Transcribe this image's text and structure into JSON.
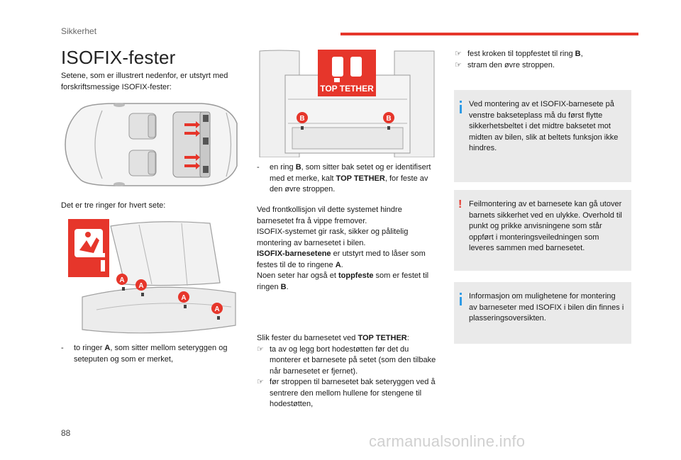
{
  "header": {
    "section": "Sikkerhet"
  },
  "page_title": "ISOFIX-fester",
  "intro": "Setene, som er illustrert nedenfor, er utstyrt med forskriftsmessige ISOFIX-fester:",
  "rings_intro": "Det er tre ringer for hvert sete:",
  "figures": {
    "tether_sign": "TOP TETHER",
    "marker_a": "A",
    "marker_b": "B",
    "brand_red": "#e6362b",
    "info_blue": "#2e9be6"
  },
  "list_a": {
    "mark": "-",
    "t1": "to ringer ",
    "b1": "A",
    "t2": ", som sitter mellom seteryggen og seteputen og som er merket,"
  },
  "list_b": {
    "mark": "-",
    "t1": "en ring ",
    "b1": "B",
    "t2": ", som sitter bak setet og er identifisert med et merke, kalt ",
    "b2": "TOP TETHER",
    "t3": ", for feste av den øvre stroppen."
  },
  "para1": {
    "l1": "Ved frontkollisjon vil dette systemet hindre barnesetet fra å vippe fremover.",
    "l2": "ISOFIX-systemet gir rask, sikker og pålitelig montering av barnesetet i bilen.",
    "b1": "ISOFIX-barnesetene",
    "l3": " er utstyrt med to låser som festes til de to ringene ",
    "b2": "A",
    "l4": ".",
    "l5": "Noen seter har også et ",
    "b3": "toppfeste",
    "l6": " som er festet til ringen ",
    "b4": "B",
    "l7": "."
  },
  "para2": {
    "t1": "Slik fester du barnesetet ved ",
    "b1": "TOP TETHER",
    "t2": ":",
    "items": [
      "ta av og legg bort hodestøtten før det du monterer et barnesete på setet (som den tilbake når barnesetet er fjernet).",
      "før stroppen til barnesetet bak seteryggen ved å sentrere den mellom hullene for stengene til hodestøtten,"
    ]
  },
  "colc": {
    "i1_t1": "fest kroken til toppfestet til ring ",
    "i1_b": "B",
    "i1_t2": ",",
    "i2": "stram den øvre stroppen."
  },
  "boxes": {
    "info1": "Ved montering av et ISOFIX-barnesete på venstre bakseteplass må du først flytte sikkerhetsbeltet i det midtre baksetet mot midten av bilen, slik at beltets funksjon ikke hindres.",
    "warning": "Feilmontering av et barnesete kan gå utover barnets sikkerhet ved en ulykke. Overhold til punkt og prikke anvisningene som står oppført i monteringsveiledningen som leveres sammen med barnesetet.",
    "info2": "Informasjon om mulighetene for montering av barneseter med ISOFIX i bilen din finnes i plasseringsoversikten."
  },
  "page_number": "88",
  "watermark": "carmanualsonline.info"
}
